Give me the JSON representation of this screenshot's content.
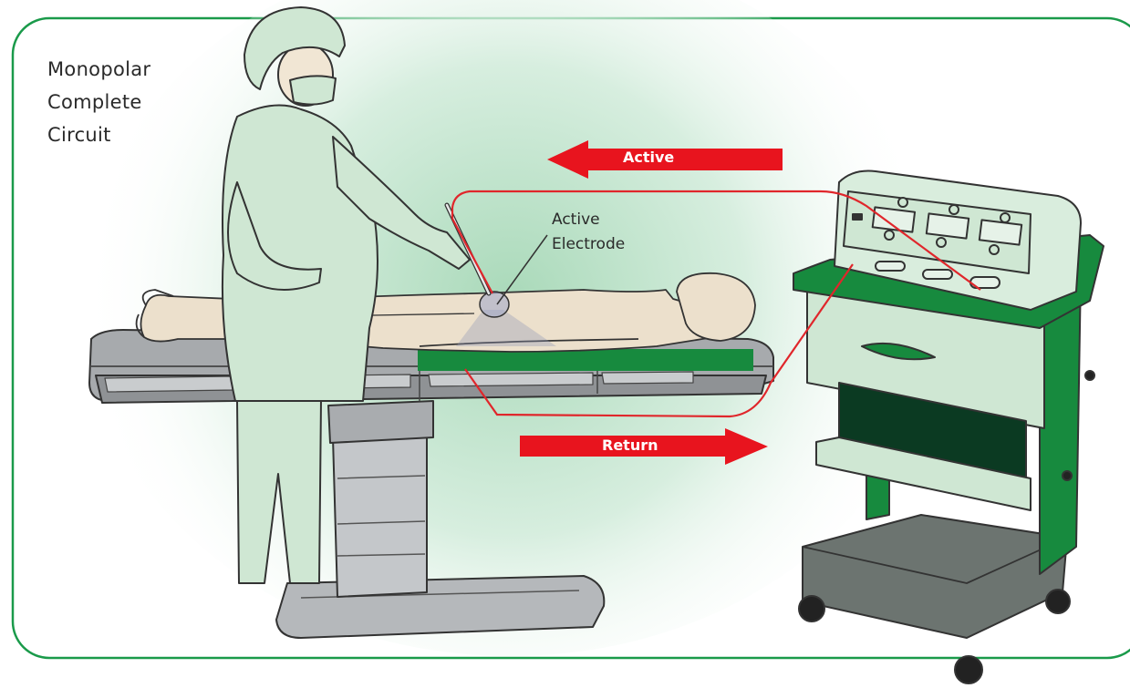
{
  "title": {
    "line1": "Monopolar",
    "line2": "Complete",
    "line3": "Circuit"
  },
  "labels": {
    "active_arrow": "Active",
    "return_arrow": "Return",
    "electrode_line1": "Active",
    "electrode_line2": "Electrode"
  },
  "colors": {
    "frame": "#1a9a4a",
    "arrow": "#e8141e",
    "circuit_line": "#e0262b",
    "scrubs": "#cfe7d3",
    "equipment_green": "#178a3e",
    "table_gray": "#a7aaad"
  }
}
